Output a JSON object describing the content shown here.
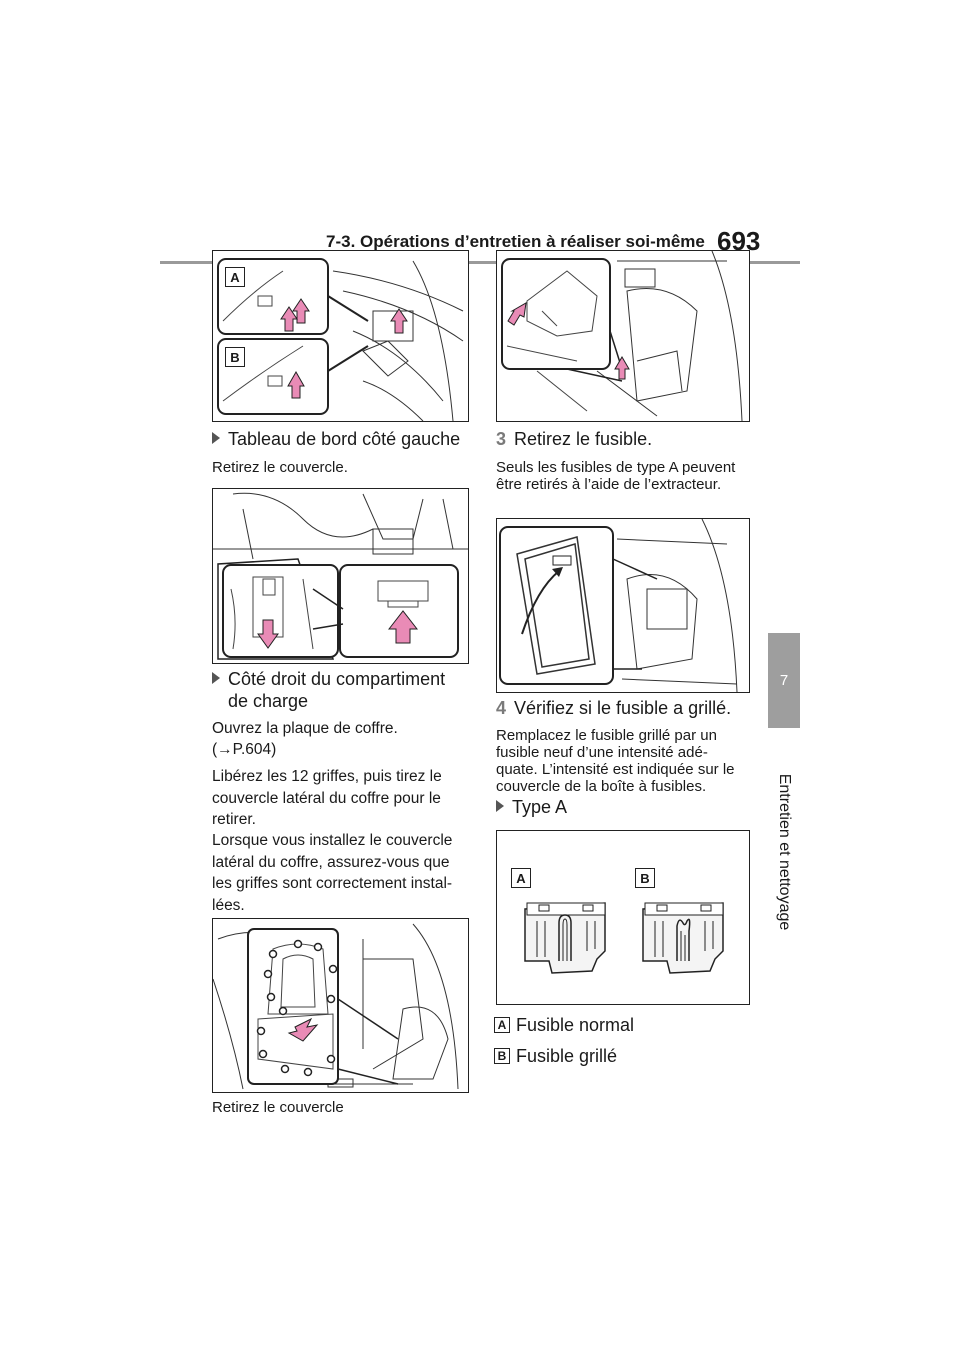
{
  "header": {
    "section_title": "7-3. Opérations d’entretien à réaliser soi-même",
    "page_number": "693"
  },
  "side_tab": {
    "chapter_number": "7",
    "chapter_title": "Entretien et nettoyage"
  },
  "left_column": {
    "figure1_labels": [
      "A",
      "B"
    ],
    "bullet1": "Tableau de bord côté gauche",
    "para1": "Retirez le couvercle.",
    "bullet2_line1": "Côté droit du compartiment",
    "bullet2_line2": "de charge",
    "para2_line1": "Ouvrez la plaque de coffre.",
    "para2_line2": "(→P.604)",
    "para3": "Libérez les 12 griffes, puis tirez le couvercle latéral du coffre pour le retirer.",
    "para4": "Lorsque vous installez le couvercle latéral du coffre, assurez-vous que les griffes sont correctement instal-lées.",
    "caption": "Retirez le couvercle"
  },
  "right_column": {
    "step3_number": "3",
    "step3_text": "Retirez le fusible.",
    "step3_note": "Seuls les fusibles de type A peuvent être retirés à l’aide de l’extracteur.",
    "step4_number": "4",
    "step4_text": "Vérifiez si le fusible a grillé.",
    "step4_note": "Remplacez le fusible grillé par un fusible neuf d’une intensité adé-quate. L’intensité est indiquée sur le couvercle de la boîte à fusibles.",
    "bullet_type": "Type A",
    "fuse_labels": [
      "A",
      "B"
    ],
    "legend": [
      {
        "key": "A",
        "text": "Fusible normal"
      },
      {
        "key": "B",
        "text": "Fusible grillé"
      }
    ]
  },
  "colors": {
    "arrow_pink": "#e98bb6",
    "rule_gray": "#9a9a9a",
    "tab_gray": "#9e9e9e"
  }
}
